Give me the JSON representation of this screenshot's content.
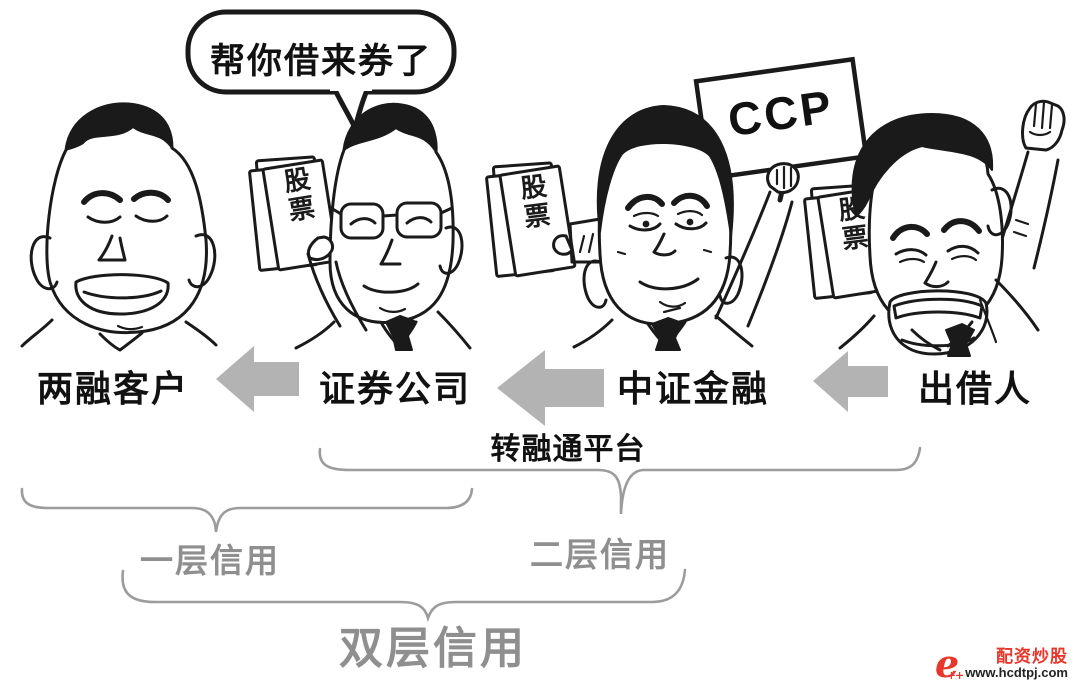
{
  "illustration": {
    "speech_bubble_text": "帮你借来券了",
    "placard_text": "CCP",
    "paper_label": "股票"
  },
  "flow": {
    "entities": [
      {
        "label": "两融客户"
      },
      {
        "label": "证券公司"
      },
      {
        "label": "中证金融"
      },
      {
        "label": "出借人"
      }
    ],
    "platform_label": "转融通平台"
  },
  "credit_layers": {
    "layer1": "一层信用",
    "layer2": "二层信用",
    "double": "双层信用"
  },
  "watermark": {
    "brand": "配资炒股",
    "url": "www.hcdtpj.com"
  },
  "colors": {
    "arrow": "#b3b3b3",
    "brace": "#9c9c9c",
    "credit_text": "#8f8f8f",
    "ink": "#1a1a1a",
    "logo_red": "#e7372c",
    "logo_url_text": "#222222"
  }
}
